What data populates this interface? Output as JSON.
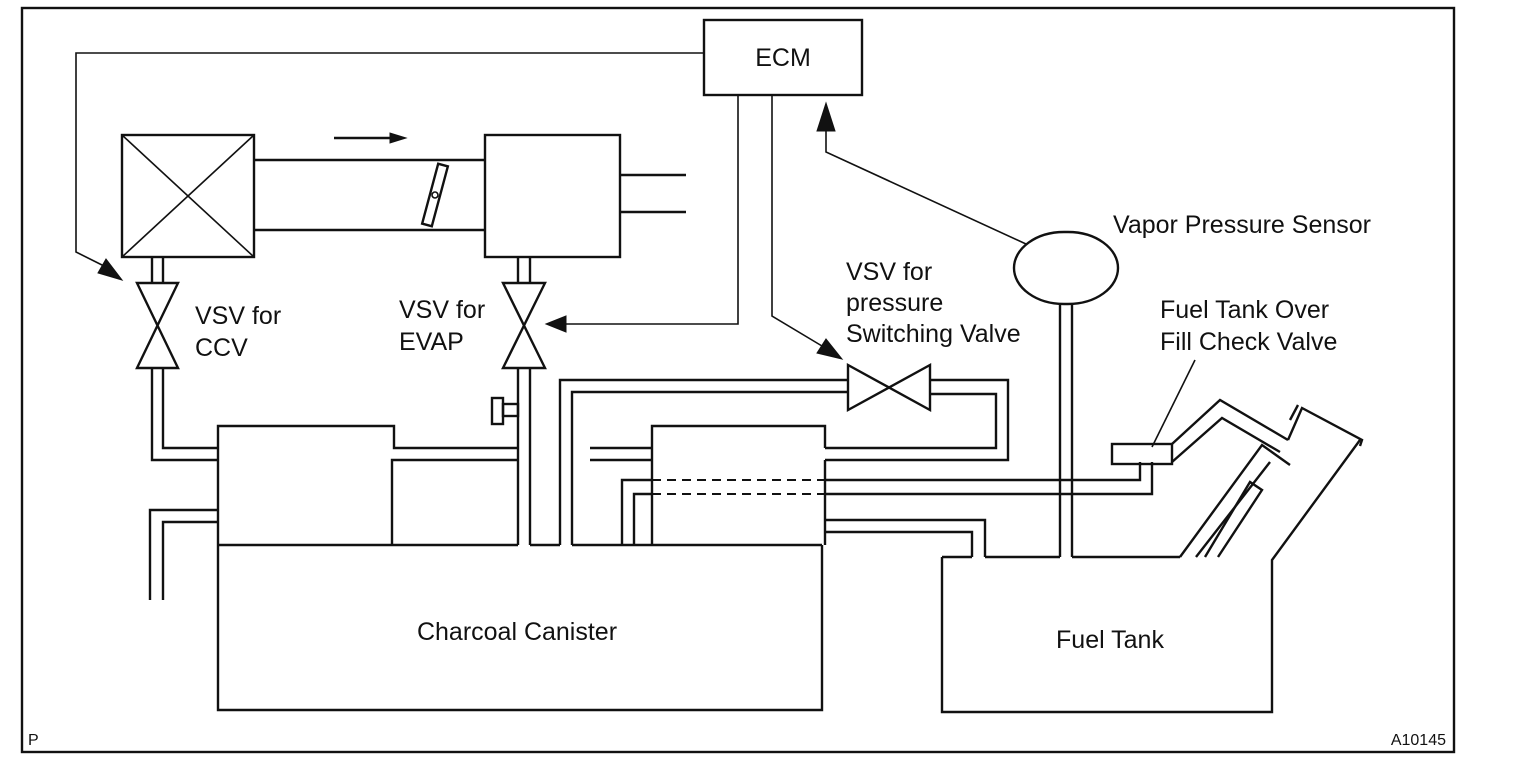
{
  "labels": {
    "ecm": "ECM",
    "vapor_pressure_sensor": "Vapor Pressure Sensor",
    "vsv_ccv_line1": "VSV for",
    "vsv_ccv_line2": "CCV",
    "vsv_evap_line1": "VSV for",
    "vsv_evap_line2": "EVAP",
    "vsv_psv_line1": "VSV for",
    "vsv_psv_line2": "pressure",
    "vsv_psv_line3": "Switching Valve",
    "fill_check_line1": "Fuel Tank Over",
    "fill_check_line2": "Fill Check Valve",
    "charcoal_canister": "Charcoal Canister",
    "fuel_tank": "Fuel Tank",
    "corner_p": "P",
    "figure_code": "A10145"
  },
  "colors": {
    "line": "#111111",
    "background": "#ffffff"
  }
}
